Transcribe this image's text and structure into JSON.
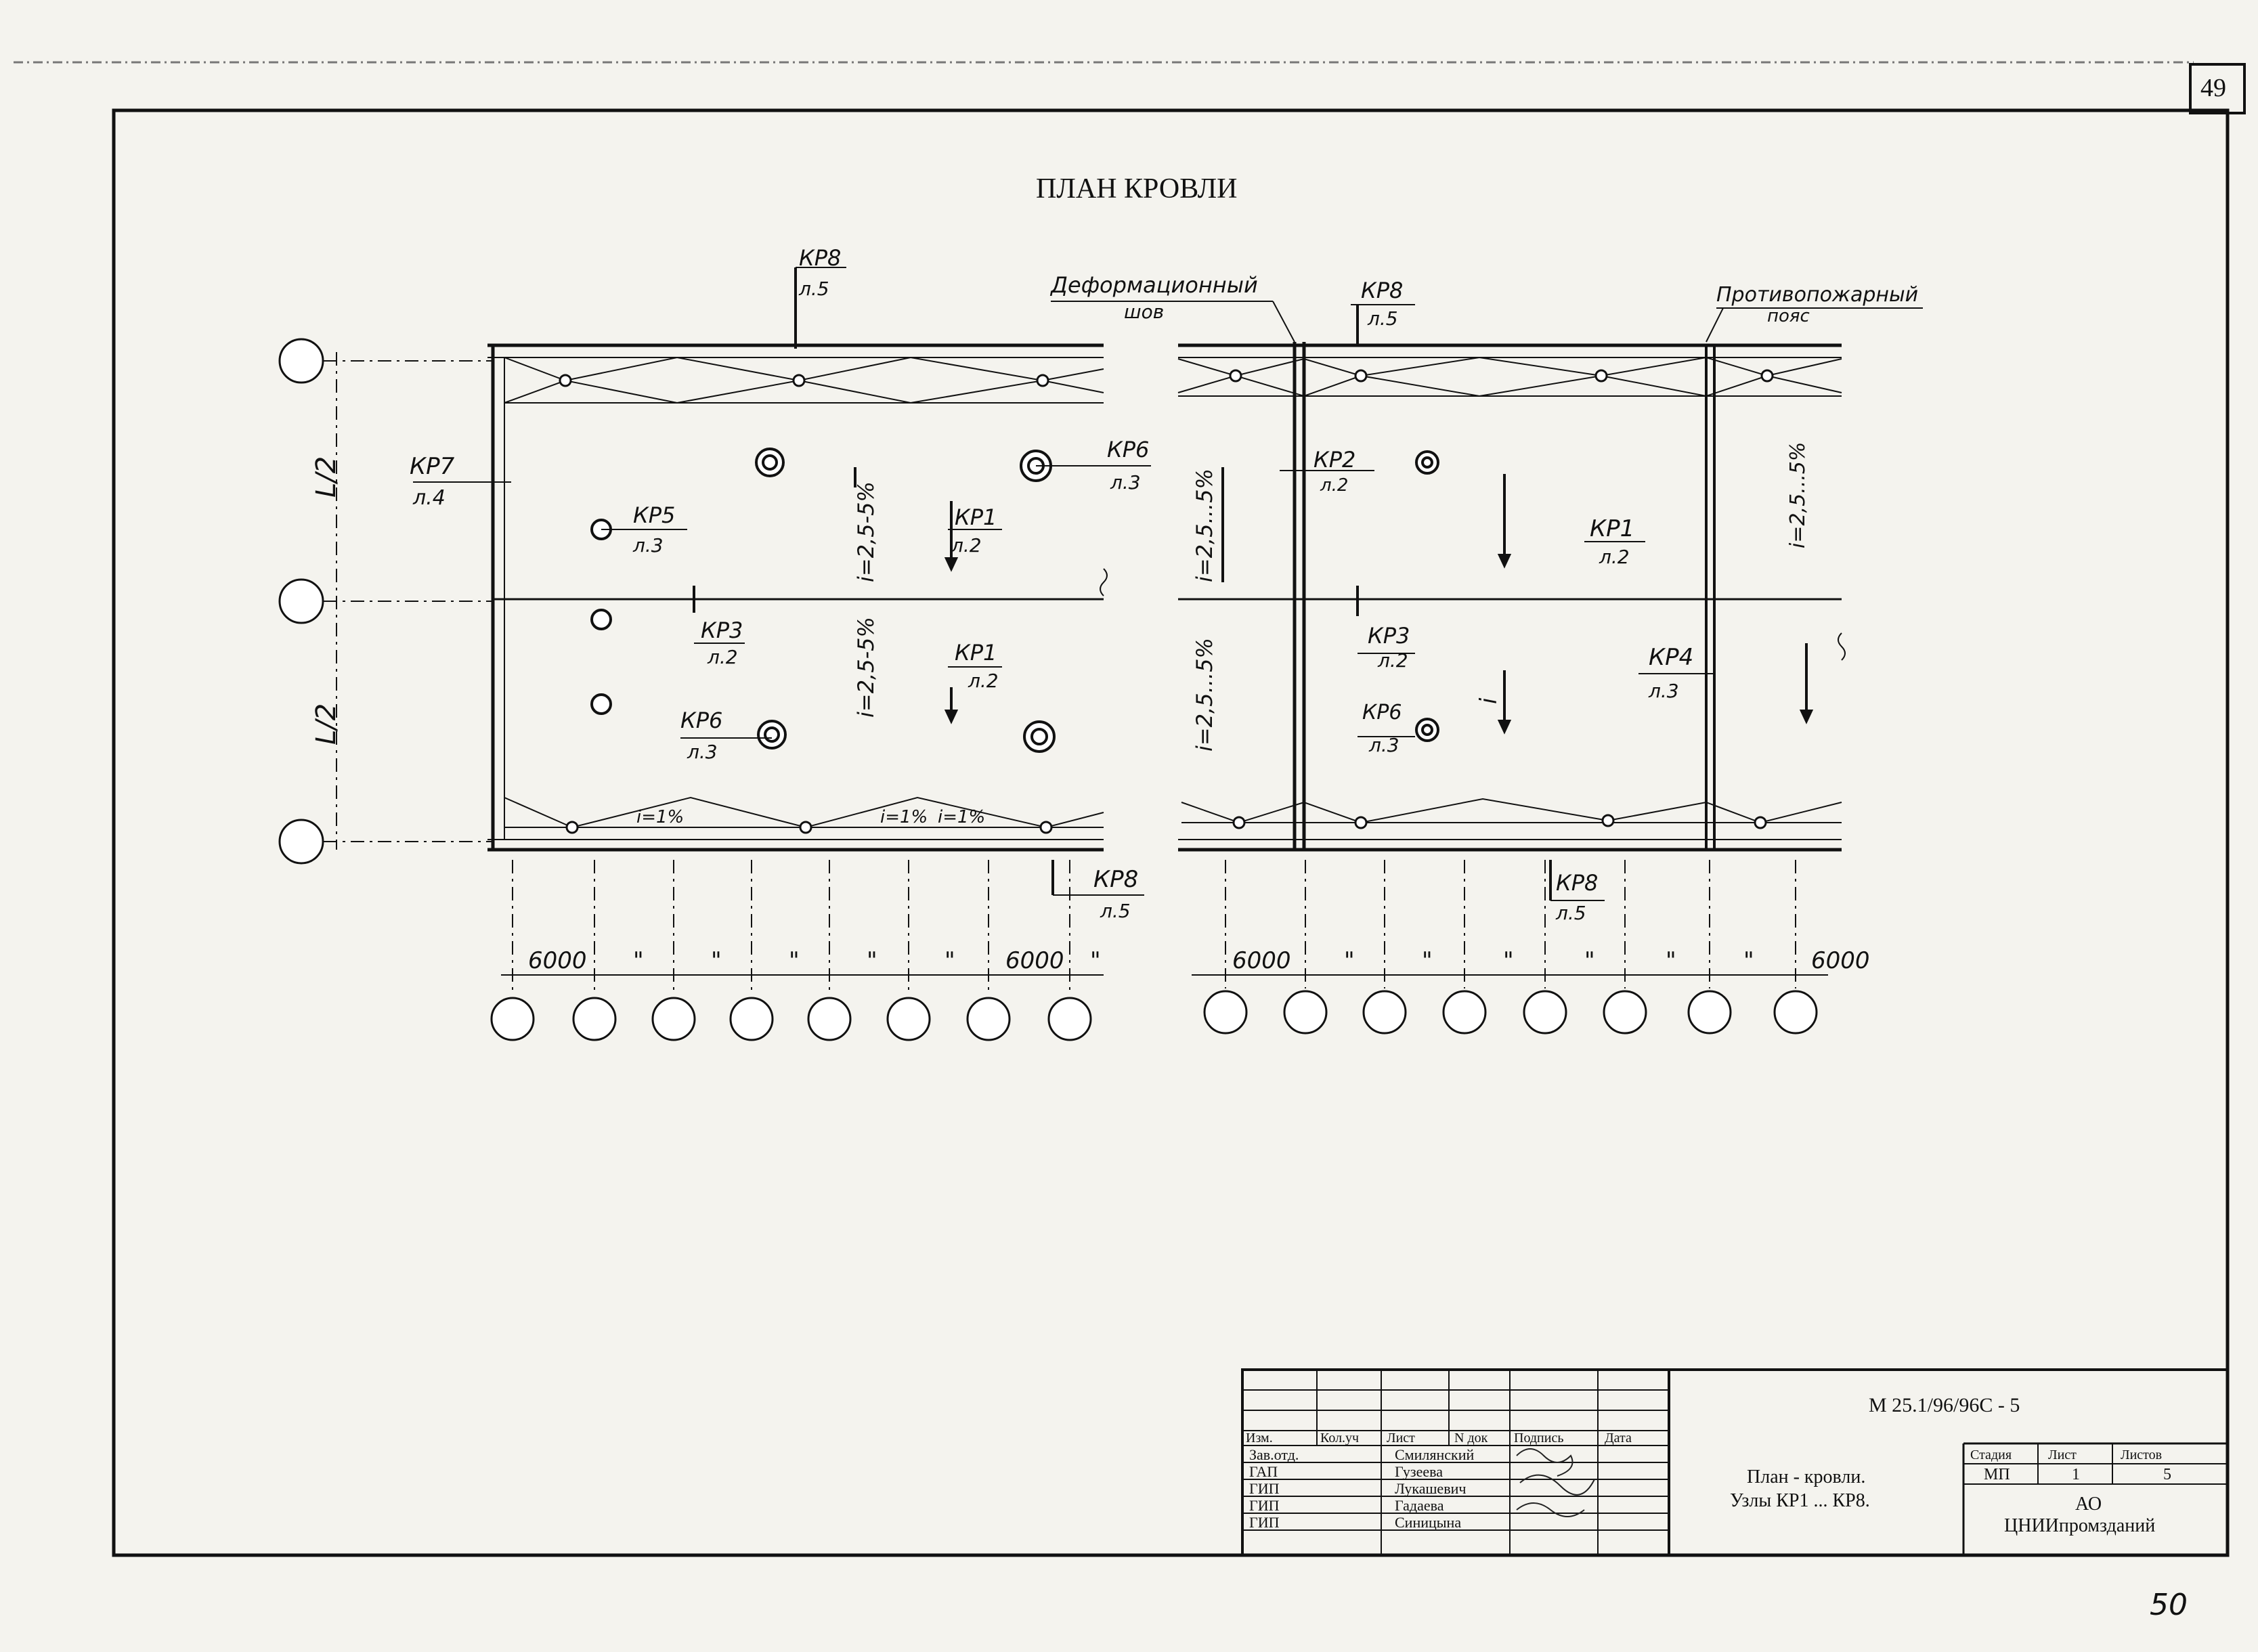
{
  "sheet_number": "49",
  "page_number": "50",
  "title": "ПЛАН КРОВЛИ",
  "annotations": {
    "deformation_joint_line1": "Деформационный",
    "deformation_joint_line2": "шов",
    "firebreak_line1": "Противопожарный",
    "firebreak_line2": "пояс"
  },
  "axis_labels": {
    "left_upper": "L/2",
    "left_lower": "L/2"
  },
  "slopes": {
    "long_1": "i=2,5-5%",
    "long_2": "i=2,5-5%",
    "long_3": "i=2,5...5%",
    "long_4": "i=2,5...5%",
    "long_5": "i=2,5...5%",
    "gutter_i": "i",
    "one_percent_a": "i=1%",
    "one_percent_b": "i=1%",
    "one_percent_c": "i=1%"
  },
  "node_refs": [
    {
      "code": "КР8",
      "sheet": "л.5"
    },
    {
      "code": "КР8",
      "sheet": "л.5"
    },
    {
      "code": "КР7",
      "sheet": "л.4"
    },
    {
      "code": "КР6",
      "sheet": "л.3"
    },
    {
      "code": "КР5",
      "sheet": "л.3"
    },
    {
      "code": "КР1",
      "sheet": "л.2"
    },
    {
      "code": "КР3",
      "sheet": "л.2"
    },
    {
      "code": "КР1",
      "sheet": "л.2"
    },
    {
      "code": "КР6",
      "sheet": "л.3"
    },
    {
      "code": "КР8",
      "sheet": "л.5"
    },
    {
      "code": "КР2",
      "sheet": "л.2"
    },
    {
      "code": "КР1",
      "sheet": "л.2"
    },
    {
      "code": "КР3",
      "sheet": "л.2"
    },
    {
      "code": "КР4",
      "sheet": "л.3"
    },
    {
      "code": "КР6",
      "sheet": "л.3"
    },
    {
      "code": "КР8",
      "sheet": "л.5"
    }
  ],
  "dimensions": {
    "span": "6000",
    "ditto": "\""
  },
  "title_block": {
    "doc_code": "М 25.1/96/96С - 5",
    "headers": [
      "Изм.",
      "Кол.уч",
      "Лист",
      "N док",
      "Подпись",
      "Дата"
    ],
    "roles": [
      "Зав.отд.",
      "ГАП",
      "ГИП",
      "ГИП",
      "ГИП"
    ],
    "names": [
      "Смилянский",
      "Гузеева",
      "Лукашевич",
      "Гадаева",
      "Синицына"
    ],
    "sheet_title_line1": "План - кровли.",
    "sheet_title_line2": "Узлы КР1 ... КР8.",
    "stage_label": "Стадия",
    "sheet_label": "Лист",
    "sheets_label": "Листов",
    "stage_value": "МП",
    "sheet_value": "1",
    "sheets_value": "5",
    "org_line1": "АО",
    "org_line2": "ЦНИИпромзданий"
  }
}
